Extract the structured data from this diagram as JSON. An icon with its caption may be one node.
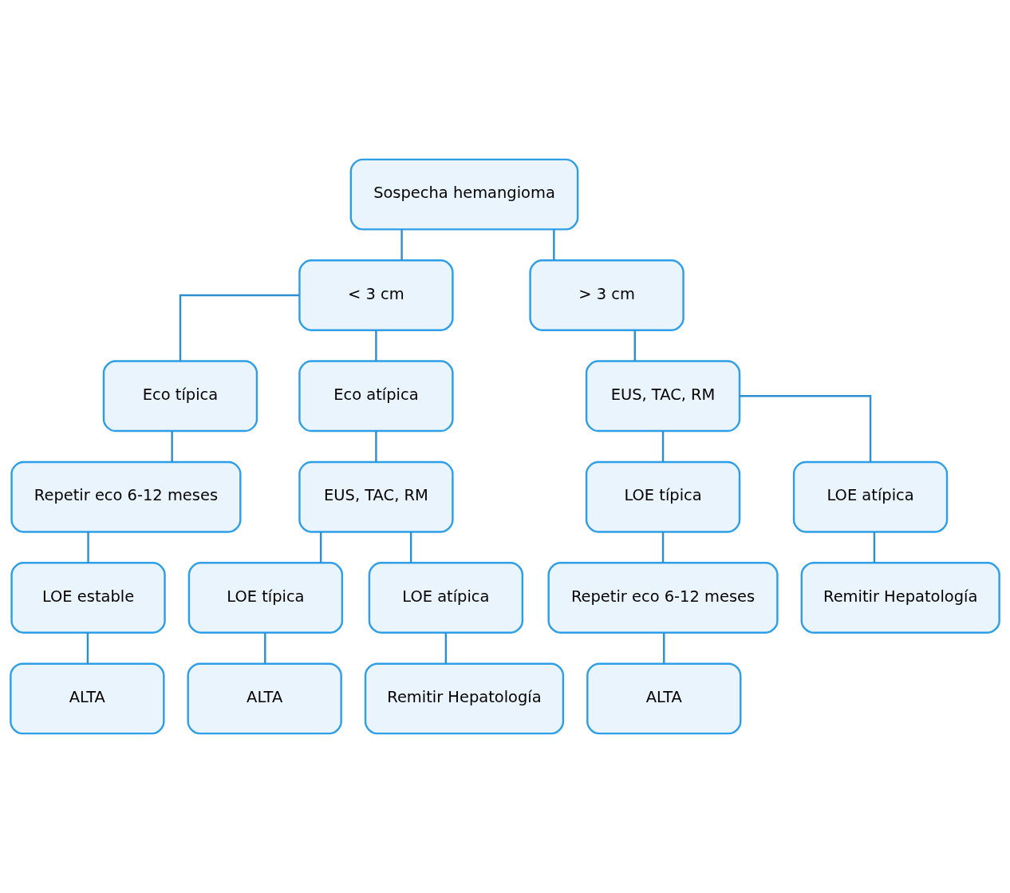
{
  "diagram": {
    "nodes": [
      {
        "text": [
          "Sospecha hemangioma"
        ]
      },
      {
        "text": [
          "< 3 cm"
        ]
      },
      {
        "text": [
          "> 3 cm"
        ]
      },
      {
        "text": [
          "Eco típica"
        ]
      },
      {
        "text": [
          "Eco atípica"
        ]
      },
      {
        "text": [
          "EUS, TAC, RM"
        ]
      },
      {
        "text": [
          "Repetir eco 6-12 meses"
        ]
      },
      {
        "text": [
          "EUS, TAC, RM"
        ]
      },
      {
        "text": [
          "LOE típica"
        ]
      },
      {
        "text": [
          "LOE atípica"
        ]
      },
      {
        "text": [
          "LOE estable"
        ]
      },
      {
        "text": [
          "LOE típica"
        ]
      },
      {
        "text": [
          "LOE atípica"
        ]
      },
      {
        "text": [
          "Repetir eco 6-12 meses"
        ]
      },
      {
        "text": [
          "ALTA"
        ]
      },
      {
        "text": [
          "ALTA"
        ]
      },
      {
        "text": [
          "Remitir Hepatología"
        ]
      },
      {
        "text": [
          "ALTA"
        ]
      },
      {
        "text": [
          "Remitir Hepatología"
        ]
      }
    ],
    "edges": [
      {
        "from": 0,
        "to": 1,
        "arrow": "none"
      },
      {
        "from": 0,
        "to": 2,
        "arrow": "none"
      },
      {
        "from": 1,
        "to": 3,
        "arrow": "none"
      },
      {
        "from": 1,
        "to": 4,
        "arrow": "none"
      },
      {
        "from": 2,
        "to": 5,
        "arrow": "none"
      },
      {
        "from": 3,
        "to": 6,
        "arrow": "none"
      },
      {
        "from": 4,
        "to": 7,
        "arrow": "none"
      },
      {
        "from": 5,
        "to": 8,
        "arrow": "none"
      },
      {
        "from": 5,
        "to": 9,
        "arrow": "none"
      },
      {
        "from": 6,
        "to": 10,
        "arrow": "none"
      },
      {
        "from": 7,
        "to": 11,
        "arrow": "none"
      },
      {
        "from": 7,
        "to": 12,
        "arrow": "none"
      },
      {
        "from": 8,
        "to": 13,
        "arrow": "none"
      },
      {
        "from": 10,
        "to": 14,
        "arrow": "none"
      },
      {
        "from": 11,
        "to": 15,
        "arrow": "none"
      },
      {
        "from": 12,
        "to": 16,
        "arrow": "none"
      },
      {
        "from": 13,
        "to": 17,
        "arrow": "none"
      },
      {
        "from": 9,
        "to": 18,
        "arrow": "none"
      }
    ]
  }
}
